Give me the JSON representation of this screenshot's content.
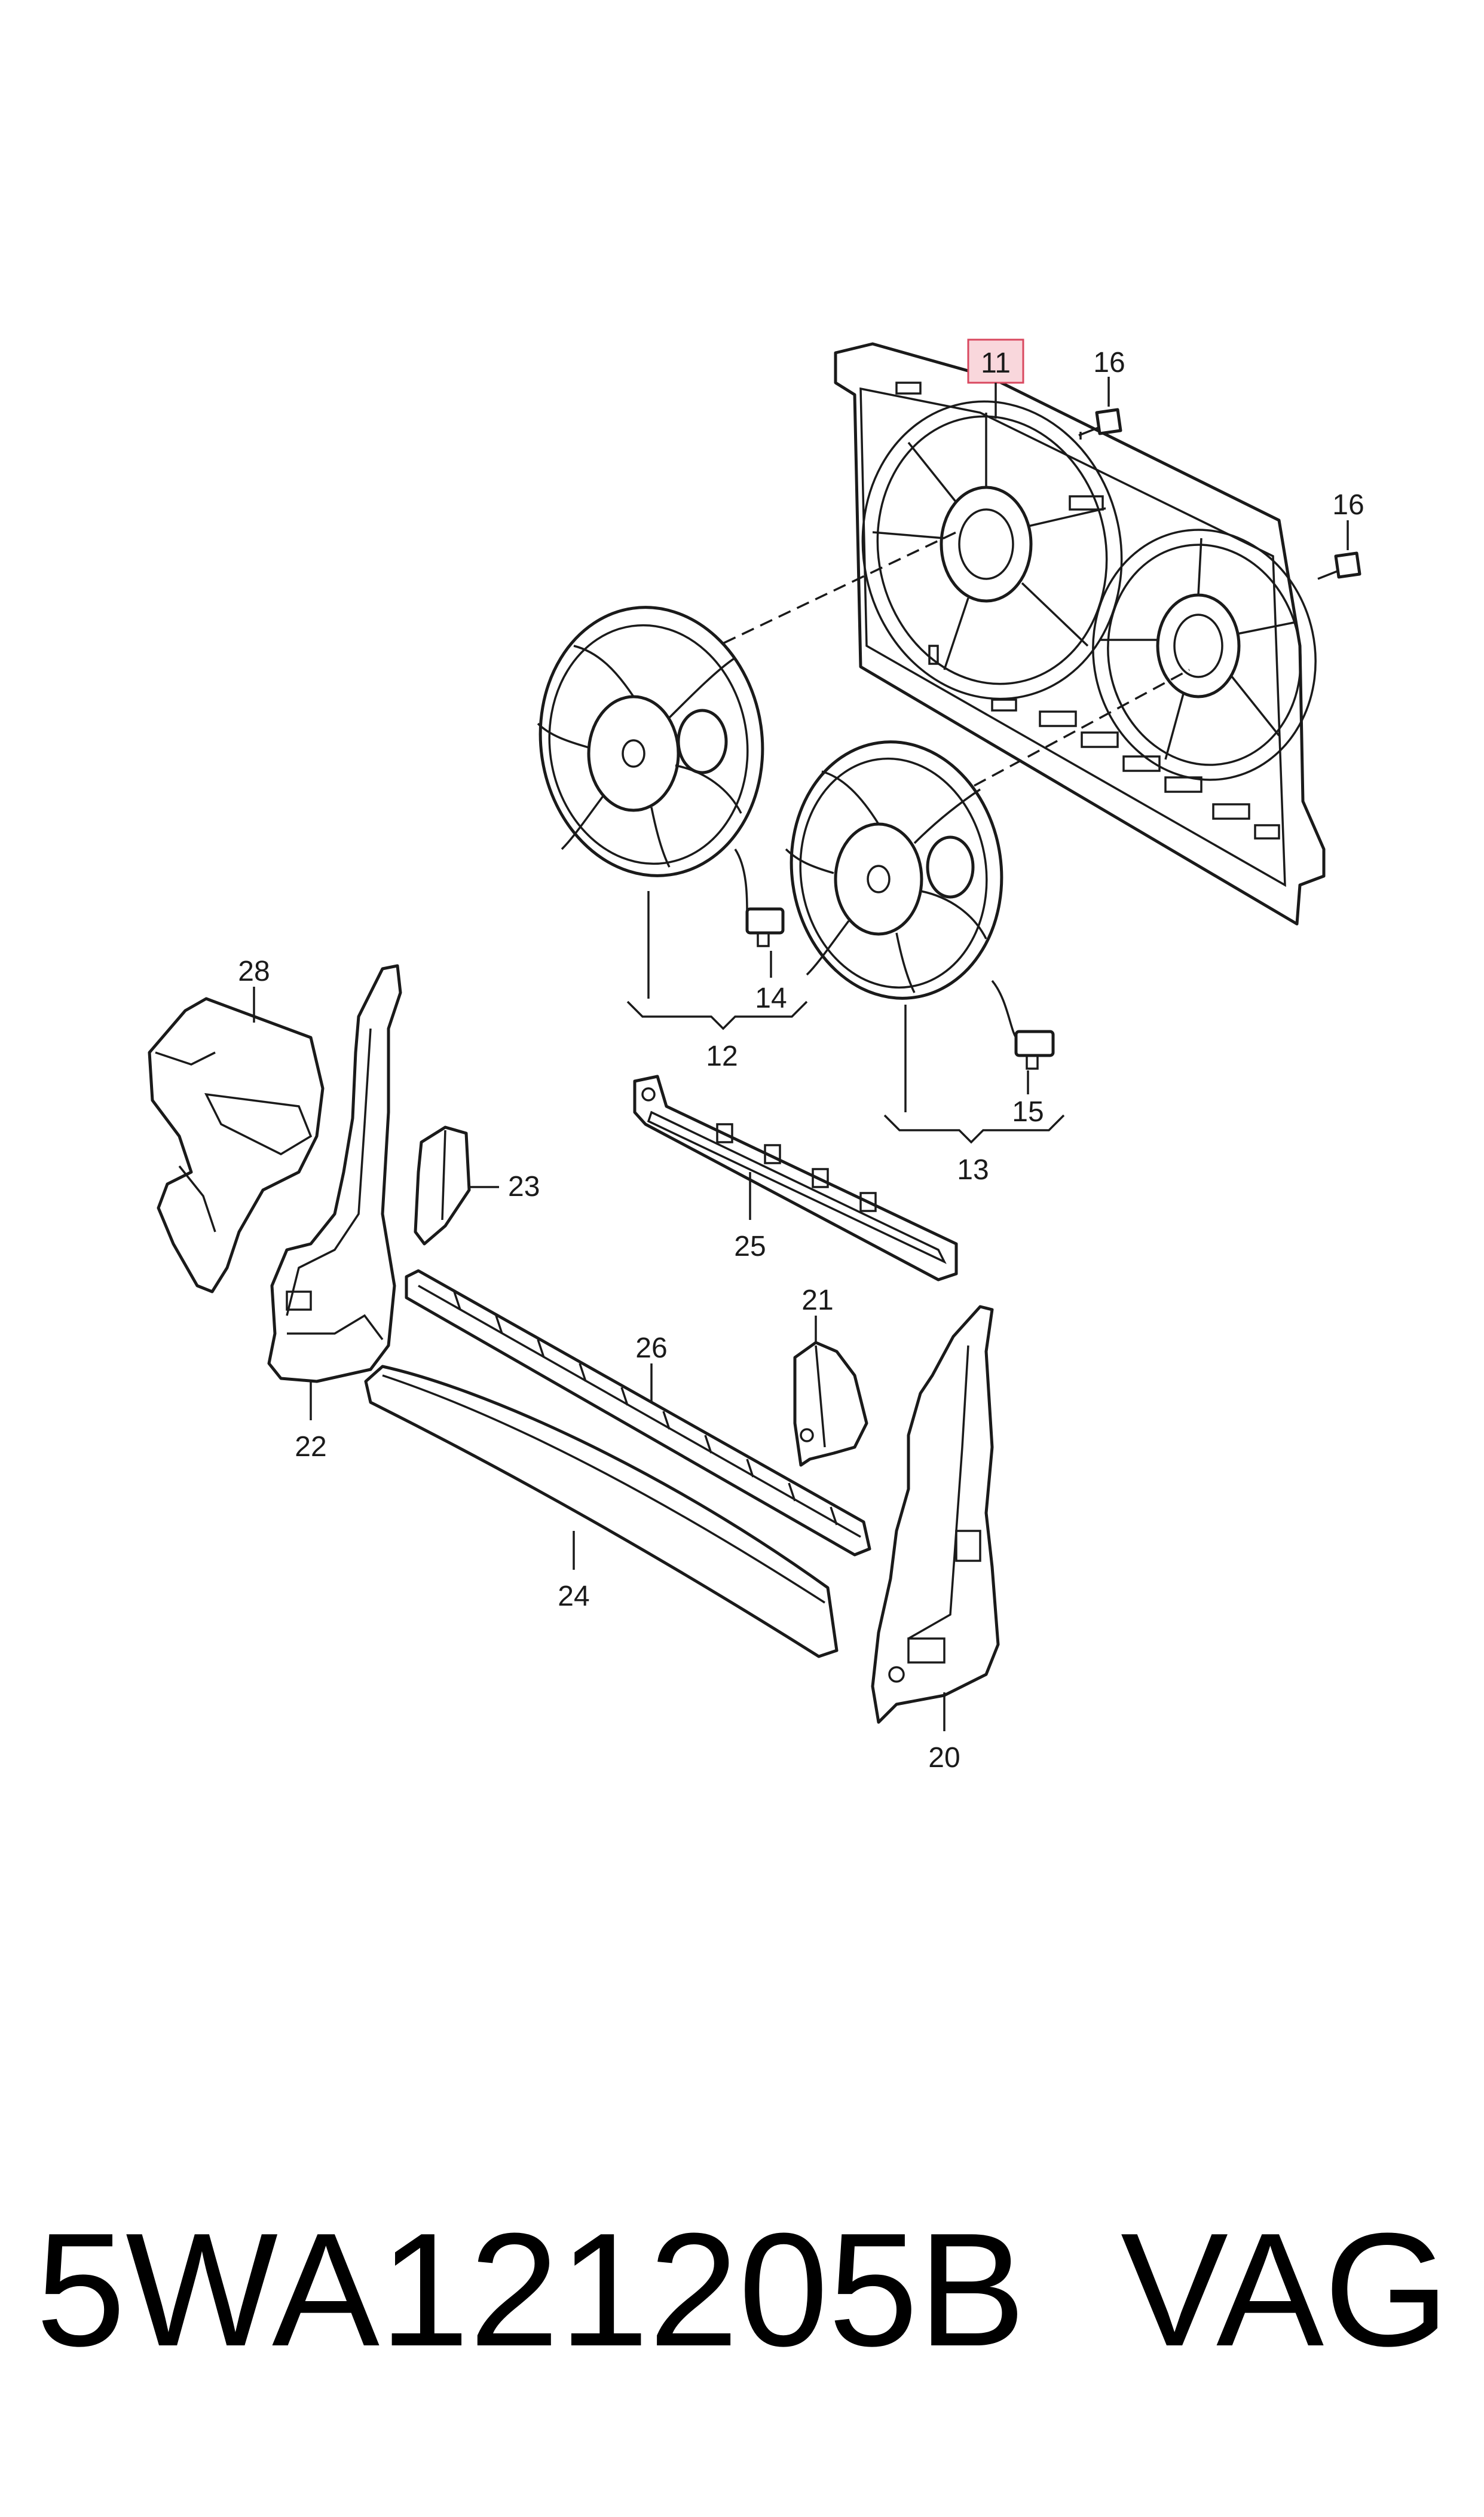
{
  "callouts": {
    "c11": "11",
    "c16a": "16",
    "c16b": "16",
    "c12": "12",
    "c13": "13",
    "c14": "14",
    "c15": "15",
    "c20": "20",
    "c21": "21",
    "c22": "22",
    "c23": "23",
    "c24": "24",
    "c25": "25",
    "c26": "26",
    "c28": "28"
  },
  "highlight_color": "#f9d7dc",
  "highlight_border": "#d9485f",
  "footer": {
    "part_number": "5WA121205B",
    "brand": "VAG"
  }
}
